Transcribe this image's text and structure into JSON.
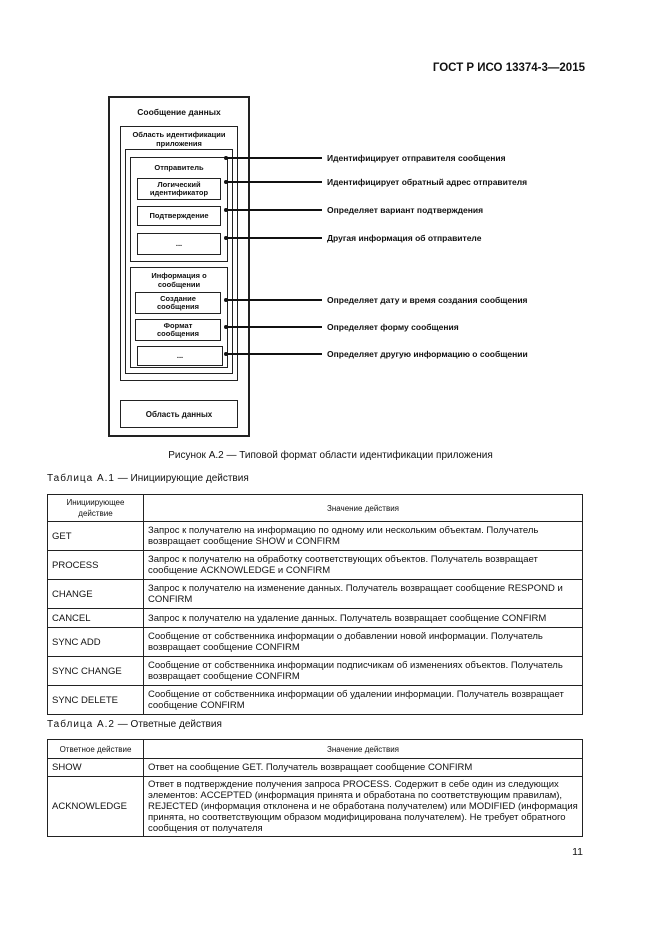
{
  "header": "ГОСТ Р ИСО 13374-3—2015",
  "figure": {
    "title": "Сообщение данных",
    "app_area": "Область идентификации приложения",
    "sender_group": "Отправитель",
    "sender_fields": [
      "Логический идентификатор",
      "Подтверждение",
      "..."
    ],
    "info_group": "Информация о сообщении",
    "info_fields": [
      "Создание сообщения",
      "Формат сообщения",
      "..."
    ],
    "data_area": "Область данных",
    "descriptions": [
      "Идентифицирует отправителя сообщения",
      "Идентифицирует обратный адрес отправителя",
      "Определяет вариант подтверждения",
      "Другая информация об отправителе",
      "Определяет дату и время создания сообщения",
      "Определяет форму сообщения",
      "Определяет другую информацию о сообщении"
    ],
    "caption": "Рисунок А.2 — Типовой формат области идентификации приложения"
  },
  "table1": {
    "caption_num": "Таблица А.1",
    "caption_text": "— Инициирующие действия",
    "headers": [
      "Инициирующее действие",
      "Значение действия"
    ],
    "rows": [
      [
        "GET",
        "Запрос к получателю на информацию по одному или нескольким объектам. Получатель возвращает сообщение SHOW и CONFIRM"
      ],
      [
        "PROCESS",
        "Запрос к получателю на обработку соответствующих объектов. Получатель возвращает сообщение ACKNOWLEDGE и CONFIRM"
      ],
      [
        "CHANGE",
        "Запрос к получателю на изменение данных. Получатель возвращает сообщение RESPOND и CONFIRM"
      ],
      [
        "CANCEL",
        "Запрос к получателю на удаление данных. Получатель возвращает сообщение CONFIRM"
      ],
      [
        "SYNC ADD",
        "Сообщение от собственника информации о добавлении новой информации. Получатель возвращает сообщение CONFIRM"
      ],
      [
        "SYNC CHANGE",
        "Сообщение от собственника информации подписчикам об изменениях объектов. Получатель возвращает сообщение CONFIRM"
      ],
      [
        "SYNC DELETE",
        "Сообщение от собственника информации об удалении информации. Получатель возвращает сообщение CONFIRM"
      ]
    ]
  },
  "table2": {
    "caption_num": "Таблица А.2",
    "caption_text": "— Ответные действия",
    "headers": [
      "Ответное действие",
      "Значение действия"
    ],
    "rows": [
      [
        "SHOW",
        "Ответ на сообщение GET. Получатель возвращает сообщение CONFIRM"
      ],
      [
        "ACKNOWLEDGE",
        "Ответ в подтверждение получения запроса PROCESS. Содержит в себе один из следующих элементов: ACCEPTED (информация принята и обработана по соответствующим правилам), REJECTED (информация отклонена и не обработана получателем) или MODIFIED (информация принята, но соответствующим образом модифицирована получателем). Не требует обратного сообщения от получателя"
      ]
    ]
  },
  "page_number": "11"
}
